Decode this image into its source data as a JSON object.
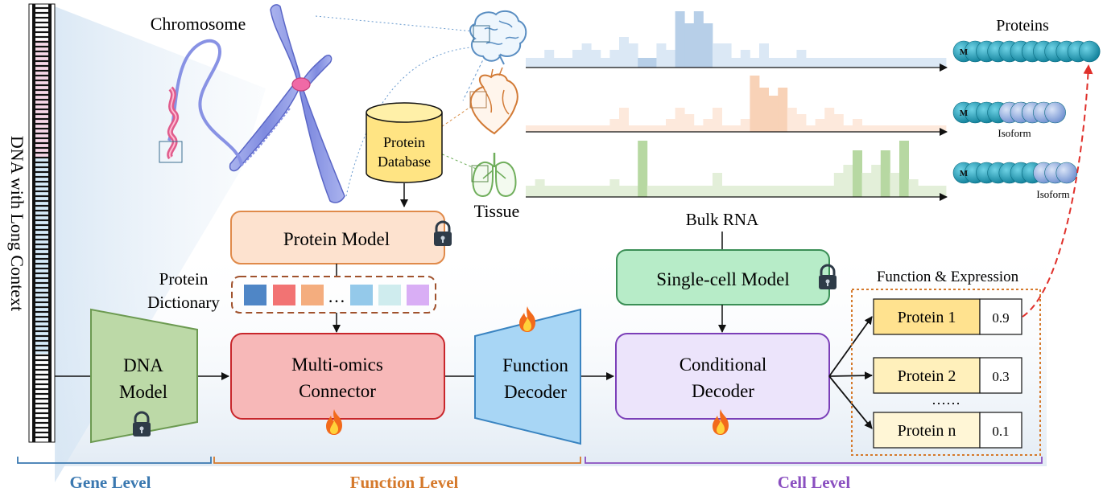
{
  "dna_label": "DNA with Long Context",
  "chromosome_label": "Chromosome",
  "tissue_label": "Tissue",
  "protein_db": {
    "line1": "Protein",
    "line2": "Database"
  },
  "proteins_label": "Proteins",
  "isoform_label": "Isoform",
  "protein_start_letter": "M",
  "protein_model_label": "Protein Model",
  "protein_dictionary": {
    "line1": "Protein",
    "line2": "Dictionary",
    "ellipsis": "…"
  },
  "dna_model": {
    "line1": "DNA",
    "line2": "Model"
  },
  "connector": {
    "line1": "Multi-omics",
    "line2": "Connector"
  },
  "function_decoder": {
    "line1": "Function",
    "line2": "Decoder"
  },
  "bulk_rna_label": "Bulk RNA",
  "single_cell_label": "Single-cell Model",
  "conditional_decoder": {
    "line1": "Conditional",
    "line2": "Decoder"
  },
  "function_expression_title": "Function & Expression",
  "outputs": [
    {
      "name": "Protein 1",
      "value": "0.9"
    },
    {
      "name": "Protein 2",
      "value": "0.3"
    },
    {
      "name": "Protein n",
      "value": "0.1"
    }
  ],
  "outputs_ellipsis": "……",
  "levels": {
    "gene": "Gene Level",
    "function": "Function Level",
    "cell": "Cell Level"
  },
  "colors": {
    "gene_level": "#3a78b0",
    "function_level": "#d5792b",
    "cell_level": "#8a4fc0",
    "dna_model_fill": "#bcd9a7",
    "connector_fill": "#f7b8b8",
    "decoder_fill": "#a8d6f5",
    "conditional_fill": "#ece4fb",
    "single_cell_fill": "#b7ecc8",
    "protein_model_fill": "#fde2cf",
    "database_fill": "#ffe483",
    "protein_bead": "#1ba0bd"
  }
}
